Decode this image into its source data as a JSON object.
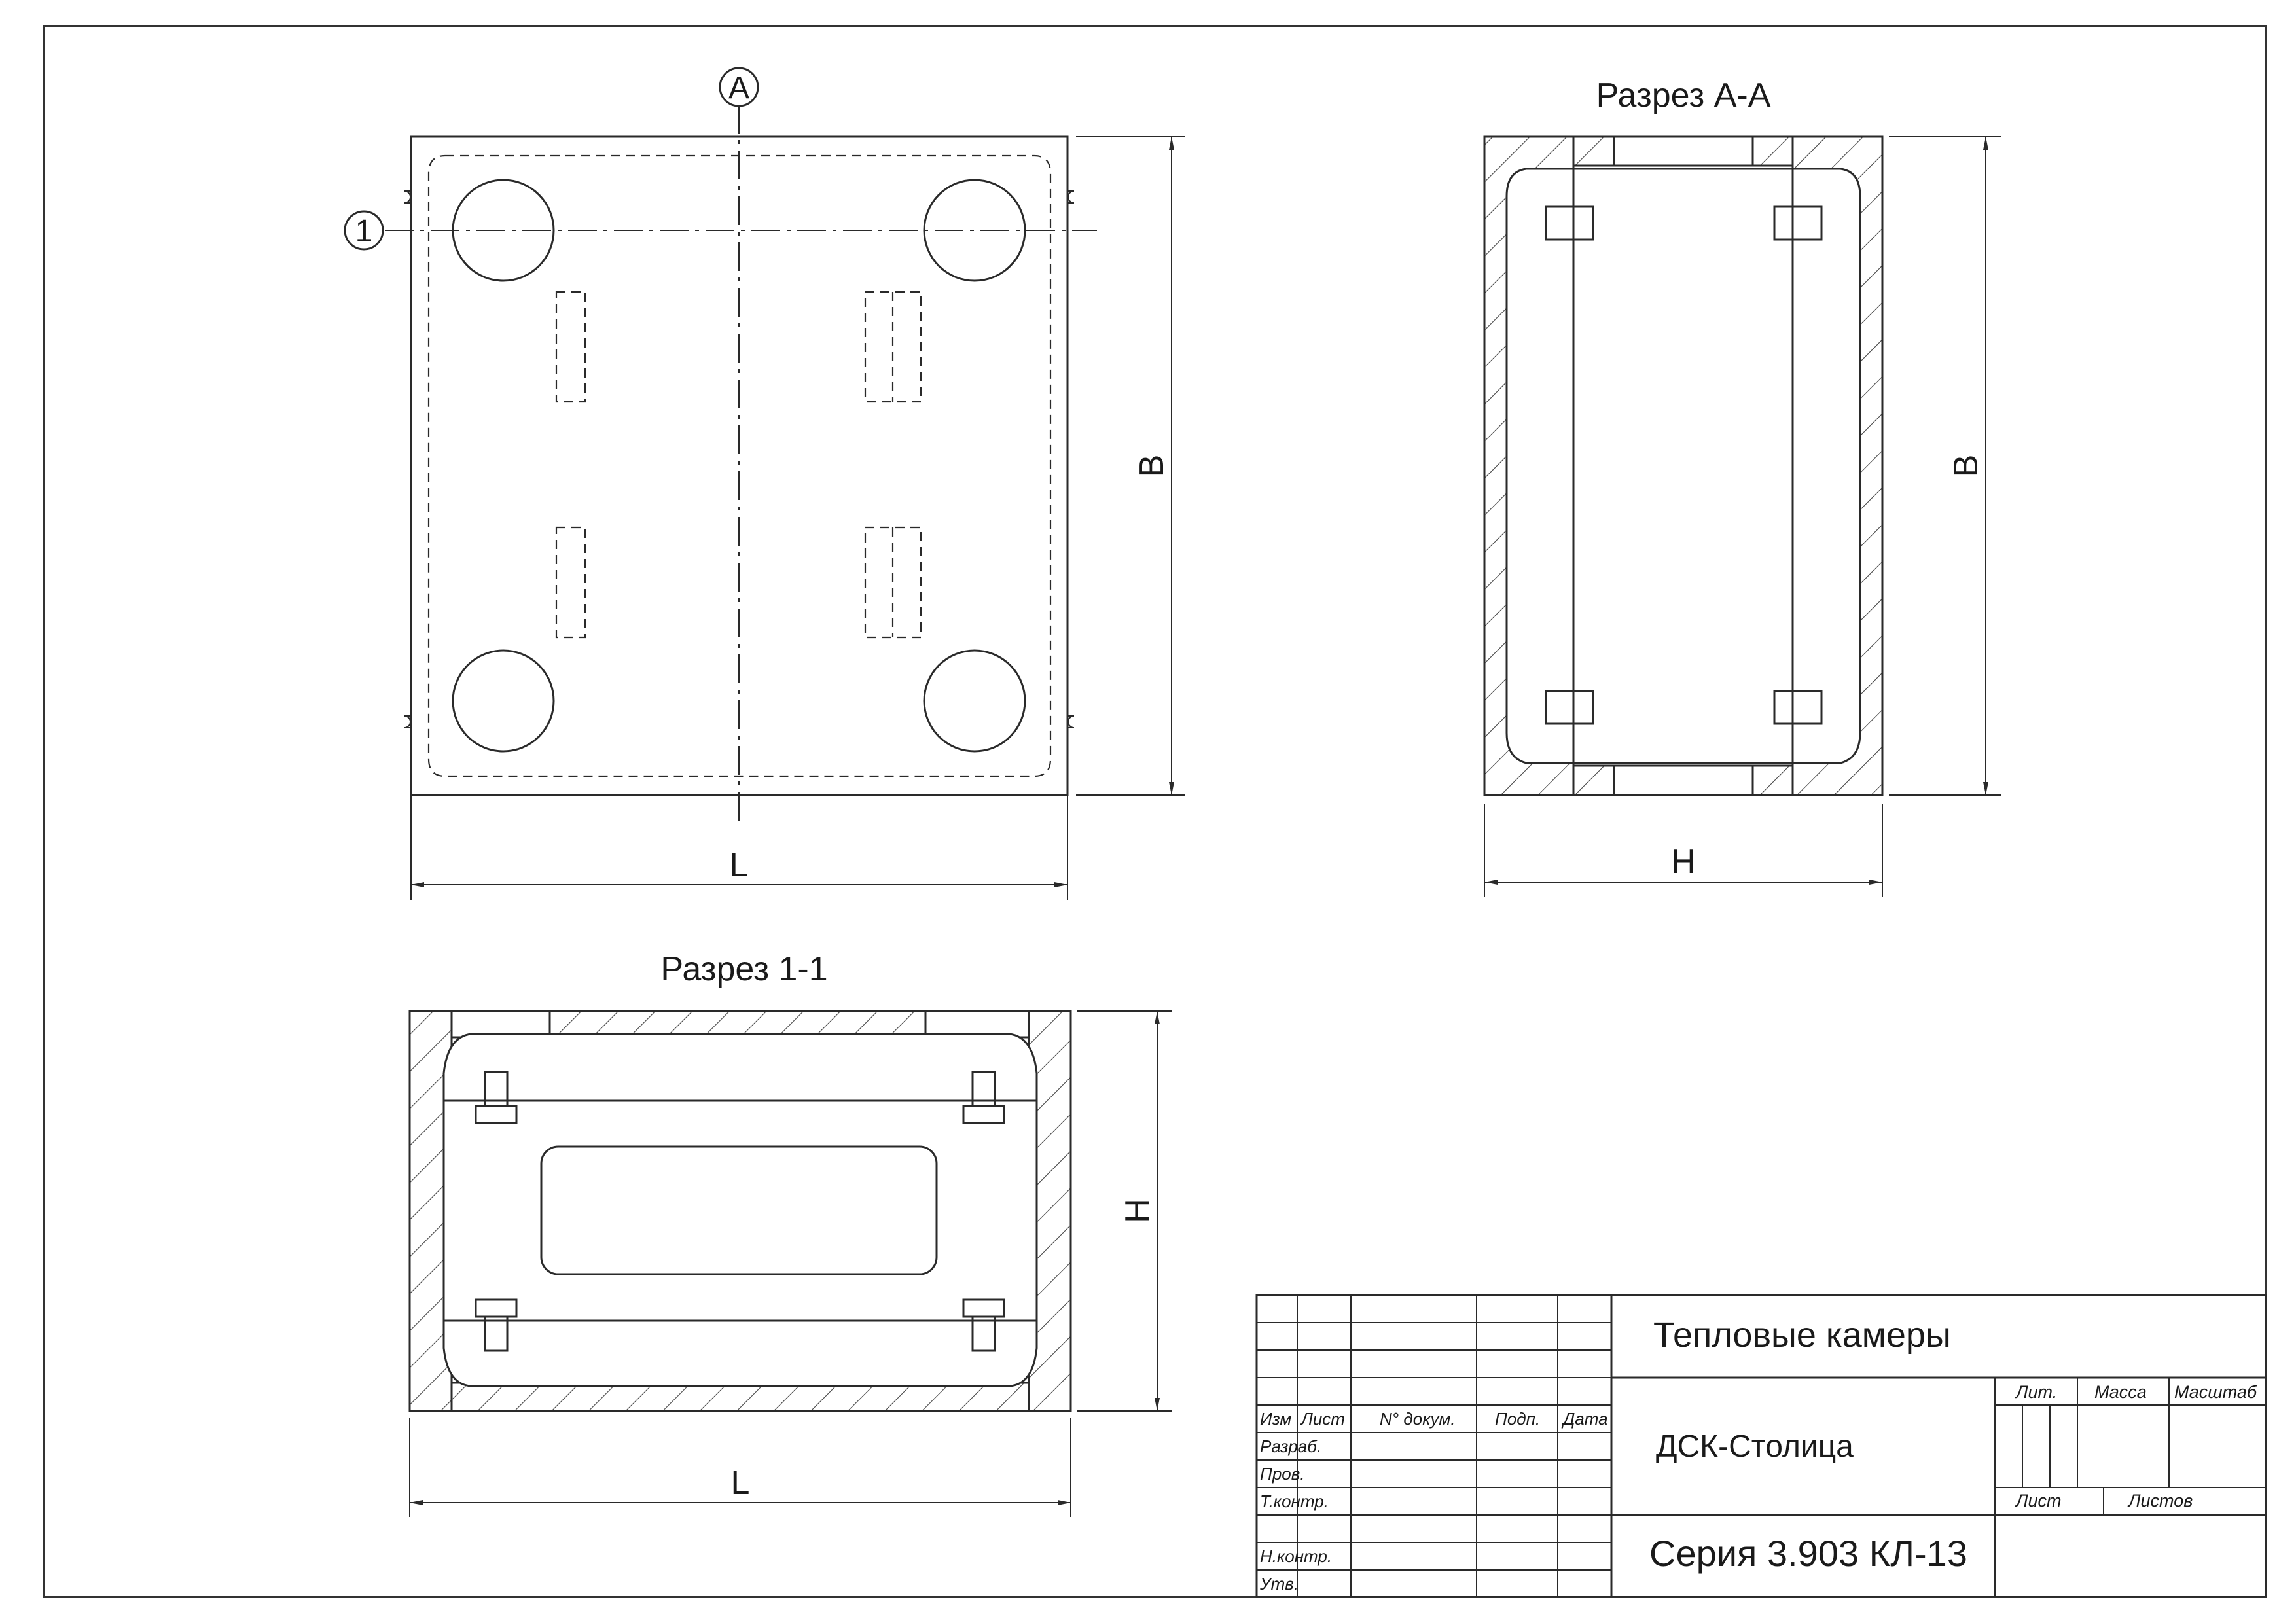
{
  "plan_view": {
    "axis_a_label": "A",
    "axis_1_label": "1",
    "dim_length": "L",
    "dim_width": "B"
  },
  "section_aa": {
    "title": "Разрез А-А",
    "dim_width": "B",
    "dim_height": "H"
  },
  "section_11": {
    "title": "Разрез 1-1",
    "dim_height": "H",
    "dim_length": "L"
  },
  "title_block": {
    "col_headers": [
      "Изм",
      "Лист",
      "N° докум.",
      "Подп.",
      "Дата"
    ],
    "row_labels": [
      "Разраб.",
      "Пров.",
      "Т.контр.",
      "",
      "Н.контр.",
      "Утв."
    ],
    "product_name": "Тепловые камеры",
    "organization": "ДСК-Столица",
    "designation": "Серия 3.903 КЛ-13",
    "lit_label": "Лит.",
    "mass_label": "Масса",
    "scale_label": "Масштаб",
    "sheet_label": "Лист",
    "sheets_label": "Листов"
  }
}
